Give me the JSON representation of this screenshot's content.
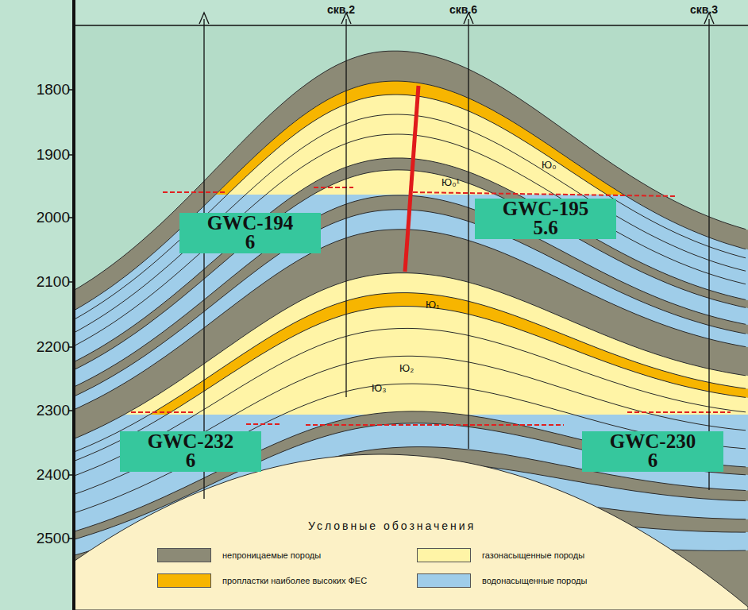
{
  "diagram": {
    "nodes": [
      {
        "text": [
          "GWC-194",
          "6"
        ]
      },
      {
        "text": [
          "GWC-195",
          "5.6"
        ]
      },
      {
        "text": [
          "GWC-232",
          "6"
        ]
      },
      {
        "text": [
          "GWC-230",
          "6"
        ]
      }
    ],
    "labels": [
      "скв.2",
      "скв.6",
      "скв.3",
      "1800",
      "1900",
      "2000",
      "2100",
      "2200",
      "2300",
      "2400",
      "2500",
      "Ю₀¹",
      "Ю₀",
      "Ю₁",
      "Ю₂",
      "Ю₃",
      "Условные обозначения"
    ],
    "legend": [
      {
        "text": "непроницаемые породы",
        "color": "#8c8a76"
      },
      {
        "text": "пропластки наиболее высоких ФЕС",
        "color": "#f7b500"
      },
      {
        "text": "газонасыщенные породы",
        "color": "#fff4a6"
      },
      {
        "text": "водонасыщенные породы",
        "color": "#9fcde9"
      }
    ]
  }
}
